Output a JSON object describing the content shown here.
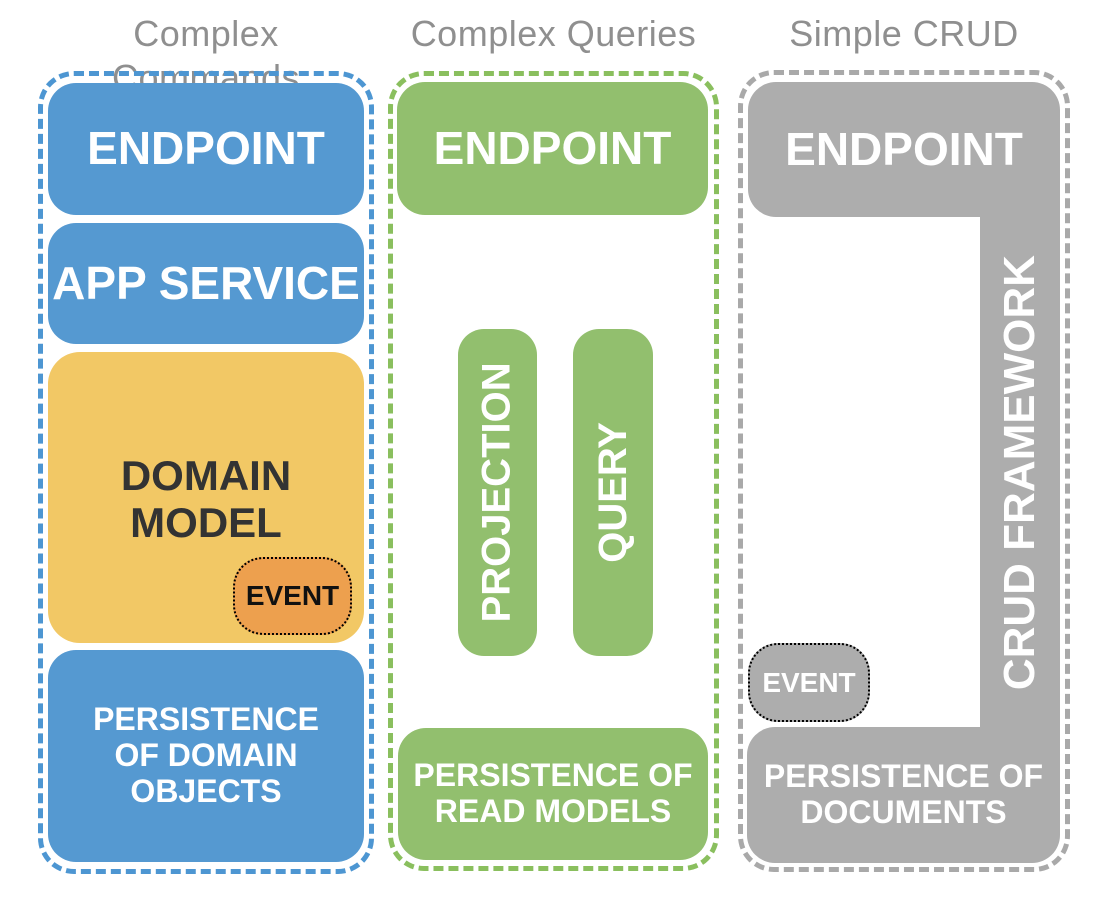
{
  "left": {
    "title": "Complex Commands",
    "endpoint": "ENDPOINT",
    "app_service": "APP SERVICE",
    "domain_model": "DOMAIN MODEL",
    "event": "EVENT",
    "persistence": "PERSISTENCE OF DOMAIN OBJECTS"
  },
  "middle": {
    "title": "Complex Queries",
    "endpoint": "ENDPOINT",
    "projection": "PROJECTION",
    "query": "QUERY",
    "persistence": "PERSISTENCE OF READ MODELS"
  },
  "right": {
    "title": "Simple CRUD",
    "endpoint": "ENDPOINT",
    "crud_framework": "CRUD FRAMEWORK",
    "event": "EVENT",
    "persistence": "PERSISTENCE OF DOCUMENTS"
  },
  "colors": {
    "blue": "#5599d1",
    "green": "#92bf6e",
    "yellow": "#f2c865",
    "orange": "#eda04e",
    "gray": "#adadad",
    "dashed_blue": "#4d96d2",
    "dashed_green": "#8abf5e",
    "dashed_gray": "#a9a9a9",
    "title_text": "#8f8f8f"
  }
}
